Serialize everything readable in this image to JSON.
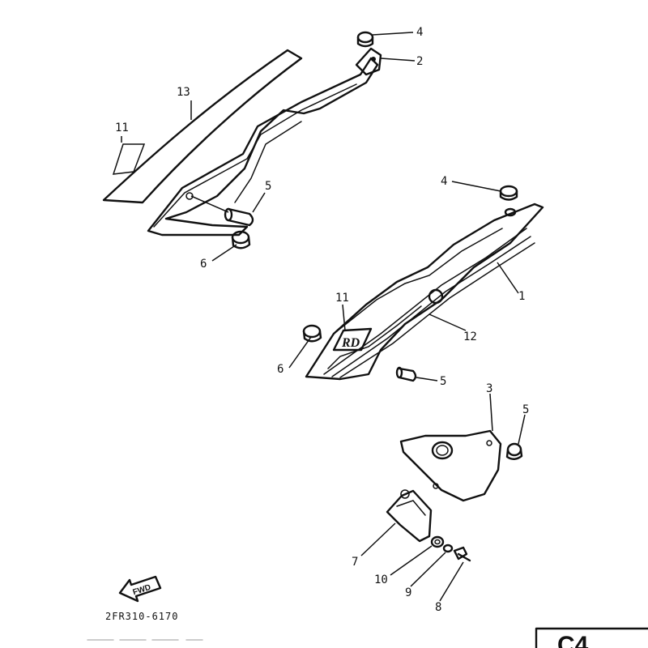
{
  "diagram": {
    "callouts": [
      {
        "id": "c-4a",
        "label": "4"
      },
      {
        "id": "c-2",
        "label": "2"
      },
      {
        "id": "c-13",
        "label": "13"
      },
      {
        "id": "c-11a",
        "label": "11"
      },
      {
        "id": "c-5a",
        "label": "5"
      },
      {
        "id": "c-6a",
        "label": "6"
      },
      {
        "id": "c-4b",
        "label": "4"
      },
      {
        "id": "c-1",
        "label": "1"
      },
      {
        "id": "c-11b",
        "label": "11"
      },
      {
        "id": "c-12",
        "label": "12"
      },
      {
        "id": "c-6b",
        "label": "6"
      },
      {
        "id": "c-5b",
        "label": "5"
      },
      {
        "id": "c-3",
        "label": "3"
      },
      {
        "id": "c-5c",
        "label": "5"
      },
      {
        "id": "c-7",
        "label": "7"
      },
      {
        "id": "c-10",
        "label": "10"
      },
      {
        "id": "c-9",
        "label": "9"
      },
      {
        "id": "c-8",
        "label": "8"
      }
    ],
    "emblem_text": "RD",
    "fwd_label": "FWD",
    "drawing_code": "2FR310-6170",
    "corner_tag": "C4"
  }
}
